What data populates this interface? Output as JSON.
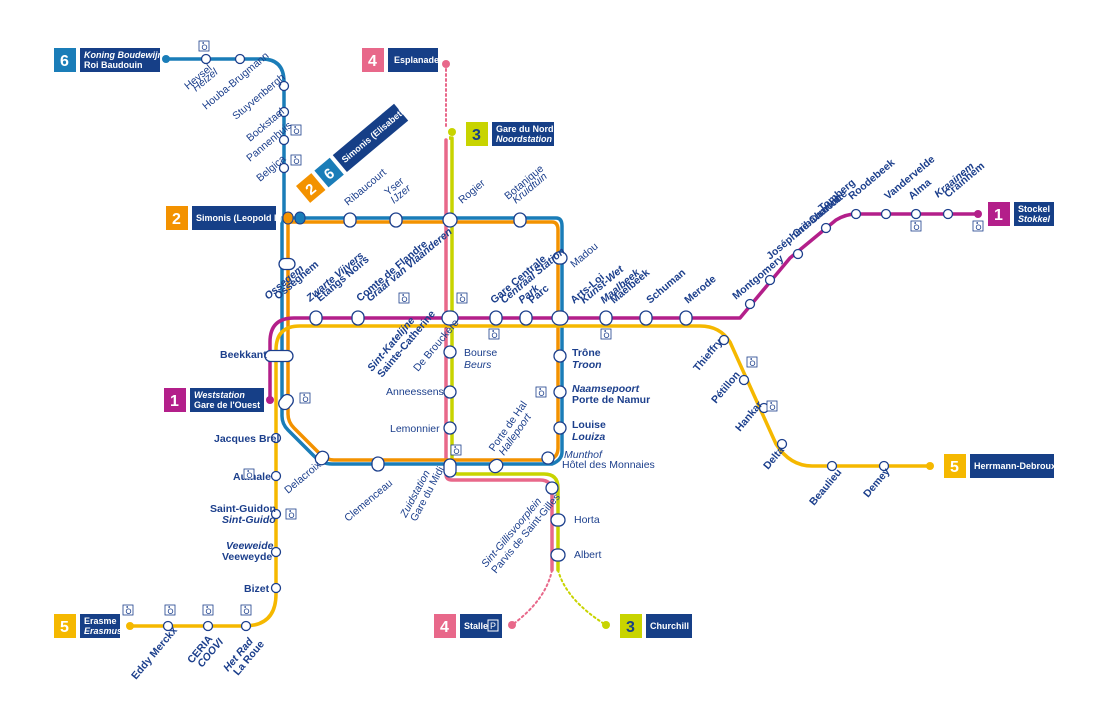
{
  "colors": {
    "line1": "#b31f8a",
    "line2": "#f39200",
    "line3": "#c8d400",
    "line4": "#e8688a",
    "line5": "#f5b800",
    "line6": "#1a7db8",
    "navy": "#163f87"
  },
  "lines": [
    {
      "number": "1",
      "color": "#b31f8a"
    },
    {
      "number": "2",
      "color": "#f39200"
    },
    {
      "number": "3",
      "color": "#c8d400"
    },
    {
      "number": "4",
      "color": "#e8688a"
    },
    {
      "number": "5",
      "color": "#f5b800"
    },
    {
      "number": "6",
      "color": "#1a7db8"
    }
  ],
  "terminals": {
    "koning_boudewijn": {
      "number": "6",
      "line1": "Koning Boudewijn",
      "line2": "Roi Baudouin"
    },
    "esplanade": {
      "number": "4",
      "line1": "Esplanade"
    },
    "gare_du_nord": {
      "number": "3",
      "line1": "Gare du Nord",
      "line2": "Noordstation"
    },
    "simonis_elisabeth": {
      "numbers": [
        "2",
        "6"
      ],
      "line1": "Simonis (Elisabeth)"
    },
    "simonis_leopold": {
      "number": "2",
      "line1": "Simonis (Leopold II)"
    },
    "stockel": {
      "number": "1",
      "line1": "Stockel",
      "line2": "Stokkel"
    },
    "weststation": {
      "number": "1",
      "line1": "Weststation",
      "line2": "Gare de l'Ouest"
    },
    "herrmann_debroux": {
      "number": "5",
      "line1": "Herrmann-Debroux"
    },
    "erasme": {
      "number": "5",
      "line1": "Erasme",
      "line2": "Erasmus"
    },
    "stalle": {
      "number": "4",
      "line1": "Stalle",
      "parking": "P"
    },
    "churchill": {
      "number": "3",
      "line1": "Churchill"
    }
  },
  "stations": {
    "heysel": [
      "Heysel",
      "Heizel"
    ],
    "houba": [
      "Houba-Brugmann"
    ],
    "stuyvenbergh": [
      "Stuyvenbergh"
    ],
    "bockstael": [
      "Bockstael"
    ],
    "pannenhuis": [
      "Pannenhuis"
    ],
    "belgica": [
      "Belgica"
    ],
    "ribaucourt": [
      "Ribaucourt"
    ],
    "yser": [
      "Yser",
      "IJzer"
    ],
    "rogier": [
      "Rogier"
    ],
    "botanique": [
      "Botanique",
      "Kruidtuin"
    ],
    "madou": [
      "Madou"
    ],
    "osseghem": [
      "Ossegem",
      "Osseghem"
    ],
    "zwarte_vijvers": [
      "Zwarte Vijvers",
      "Étangs Noirs"
    ],
    "comte_de_flandre": [
      "Comte de Flandre",
      "Graaf van Vlaanderen"
    ],
    "gare_centrale": [
      "Gare Centrale",
      "Centraal Station"
    ],
    "park": [
      "Park",
      "Parc"
    ],
    "arts_loi": [
      "Arts-Loi",
      "Kunst-Wet"
    ],
    "maalbeek": [
      "Maalbeek",
      "Maelbeek"
    ],
    "schuman": [
      "Schuman"
    ],
    "merode": [
      "Merode"
    ],
    "montgomery": [
      "Montgomery"
    ],
    "josephine": [
      "Joséphine-Charlotte"
    ],
    "gribaumont": [
      "Gribaumont"
    ],
    "tomberg": [
      "Tomberg"
    ],
    "roodebeek": [
      "Roodebeek"
    ],
    "vandervelde": [
      "Vandervelde"
    ],
    "alma": [
      "Alma"
    ],
    "kraainem": [
      "Kraainem",
      "Crainhem"
    ],
    "beekkant": [
      "Beekkant"
    ],
    "sint_katelijne": [
      "Sint-Katelijne",
      "Sainte-Catherine"
    ],
    "de_brouckere": [
      "De Brouckère"
    ],
    "bourse": [
      "Bourse",
      "Beurs"
    ],
    "anneessens": [
      "Anneessens"
    ],
    "lemonnier": [
      "Lemonnier"
    ],
    "trone": [
      "Trône",
      "Troon"
    ],
    "naamsepoort": [
      "Naamsepoort",
      "Porte de Namur"
    ],
    "louise": [
      "Louise",
      "Louiza"
    ],
    "munthof": [
      "Munthof",
      "Hôtel des Monnaies"
    ],
    "porte_de_hal": [
      "Porte de Hal",
      "Hallepoort"
    ],
    "zuidstation": [
      "Zuidstation",
      "Gare du Midi"
    ],
    "clemenceau": [
      "Clemenceau"
    ],
    "delacroix": [
      "Delacroix"
    ],
    "jacques_brel": [
      "Jacques Brel"
    ],
    "aumale": [
      "Aumale"
    ],
    "saint_guidon": [
      "Saint-Guidon",
      "Sint-Guido"
    ],
    "veeweyde": [
      "Veeweide",
      "Veeweyde"
    ],
    "bizet": [
      "Bizet"
    ],
    "eddy_merckx": [
      "Eddy Merckx"
    ],
    "ceria": [
      "CERIA",
      "COOVI"
    ],
    "het_rad": [
      "Het Rad",
      "La Roue"
    ],
    "sint_gillis": [
      "Sint-Gillisvoorplein",
      "Parvis de Saint-Gilles"
    ],
    "horta": [
      "Horta"
    ],
    "albert": [
      "Albert"
    ],
    "thieffry": [
      "Thieffry"
    ],
    "petillon": [
      "Pétillon"
    ],
    "hankar": [
      "Hankar"
    ],
    "delta": [
      "Delta"
    ],
    "beaulieu": [
      "Beaulieu"
    ],
    "demey": [
      "Demey"
    ]
  },
  "icons": {
    "accessible": "wheelchair-icon",
    "parking": "parking-icon"
  }
}
